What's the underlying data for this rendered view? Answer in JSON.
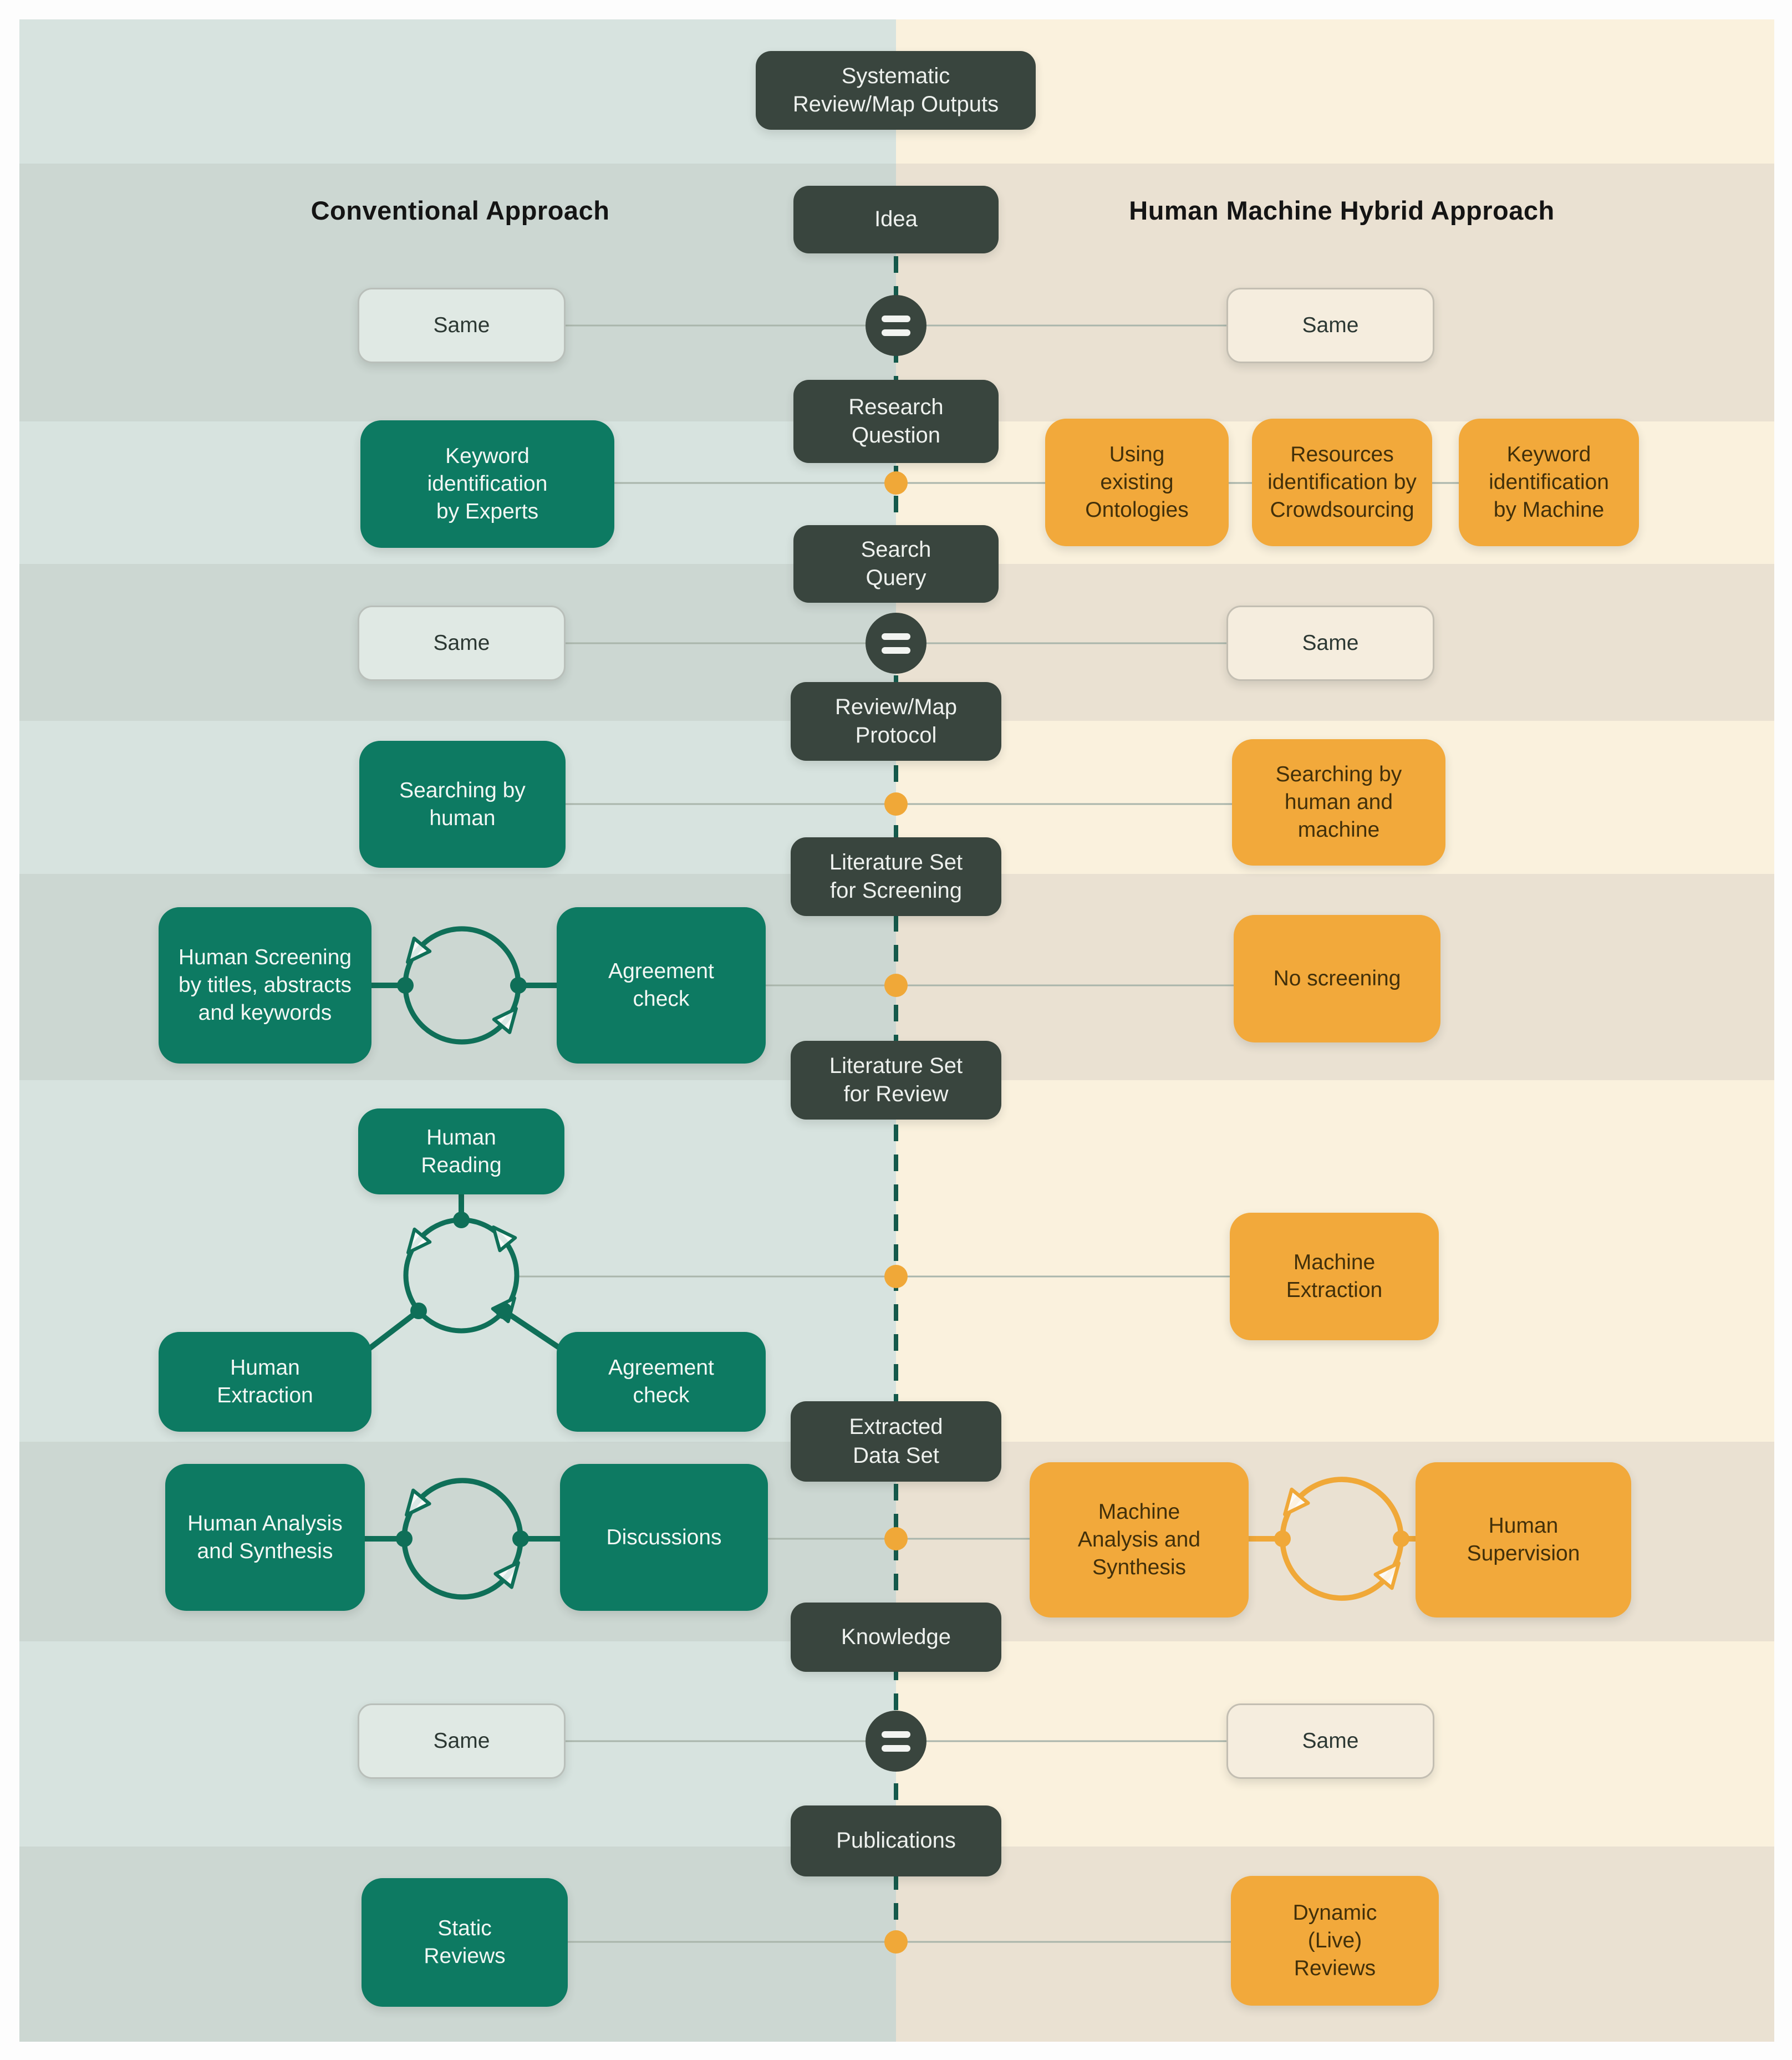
{
  "headers": {
    "conventional": "Conventional Approach",
    "hybrid": "Human Machine Hybrid Approach"
  },
  "same_label": "Same",
  "center": {
    "outputs": "Systematic\nReview/Map Outputs",
    "idea": "Idea",
    "research_question": "Research\nQuestion",
    "search_query": "Search\nQuery",
    "review_map_protocol": "Review/Map\nProtocol",
    "literature_set_screening": "Literature Set\nfor Screening",
    "literature_set_review": "Literature Set\nfor Review",
    "extracted_data_set": "Extracted\nData Set",
    "knowledge": "Knowledge",
    "publications": "Publications"
  },
  "conventional": {
    "keyword_experts": "Keyword\nidentification\nby Experts",
    "searching_human": "Searching by\nhuman",
    "human_screening": "Human Screening\nby titles, abstracts\nand keywords",
    "agreement_check": "Agreement\ncheck",
    "human_reading": "Human\nReading",
    "human_extraction": "Human\nExtraction",
    "human_analysis": "Human Analysis\nand Synthesis",
    "discussions": "Discussions",
    "static_reviews": "Static\nReviews"
  },
  "hybrid": {
    "ontologies": "Using\nexisting\nOntologies",
    "resources_crowdsourcing": "Resources\nidentification by\nCrowdsourcing",
    "keyword_machine": "Keyword\nidentification\nby Machine",
    "searching_human_machine": "Searching by\nhuman and\nmachine",
    "no_screening": "No screening",
    "machine_extraction": "Machine\nExtraction",
    "machine_analysis": "Machine\nAnalysis and\nSynthesis",
    "human_supervision": "Human\nSupervision",
    "dynamic_reviews": "Dynamic\n(Live)\nReviews"
  },
  "colors": {
    "center_box": "#39453e",
    "green_box": "#0d7a62",
    "orange_box": "#f2a93b",
    "left_band_light": "#d7e3df",
    "left_band_dark": "#ccd7d2",
    "right_band_light": "#faf1dd",
    "right_band_dark": "#eae1d2",
    "dashed_center_line": "#14594b",
    "connector_line": "#a9b5ab",
    "orange_dot": "#f0a838",
    "green_cycle": "#0f6f58"
  }
}
